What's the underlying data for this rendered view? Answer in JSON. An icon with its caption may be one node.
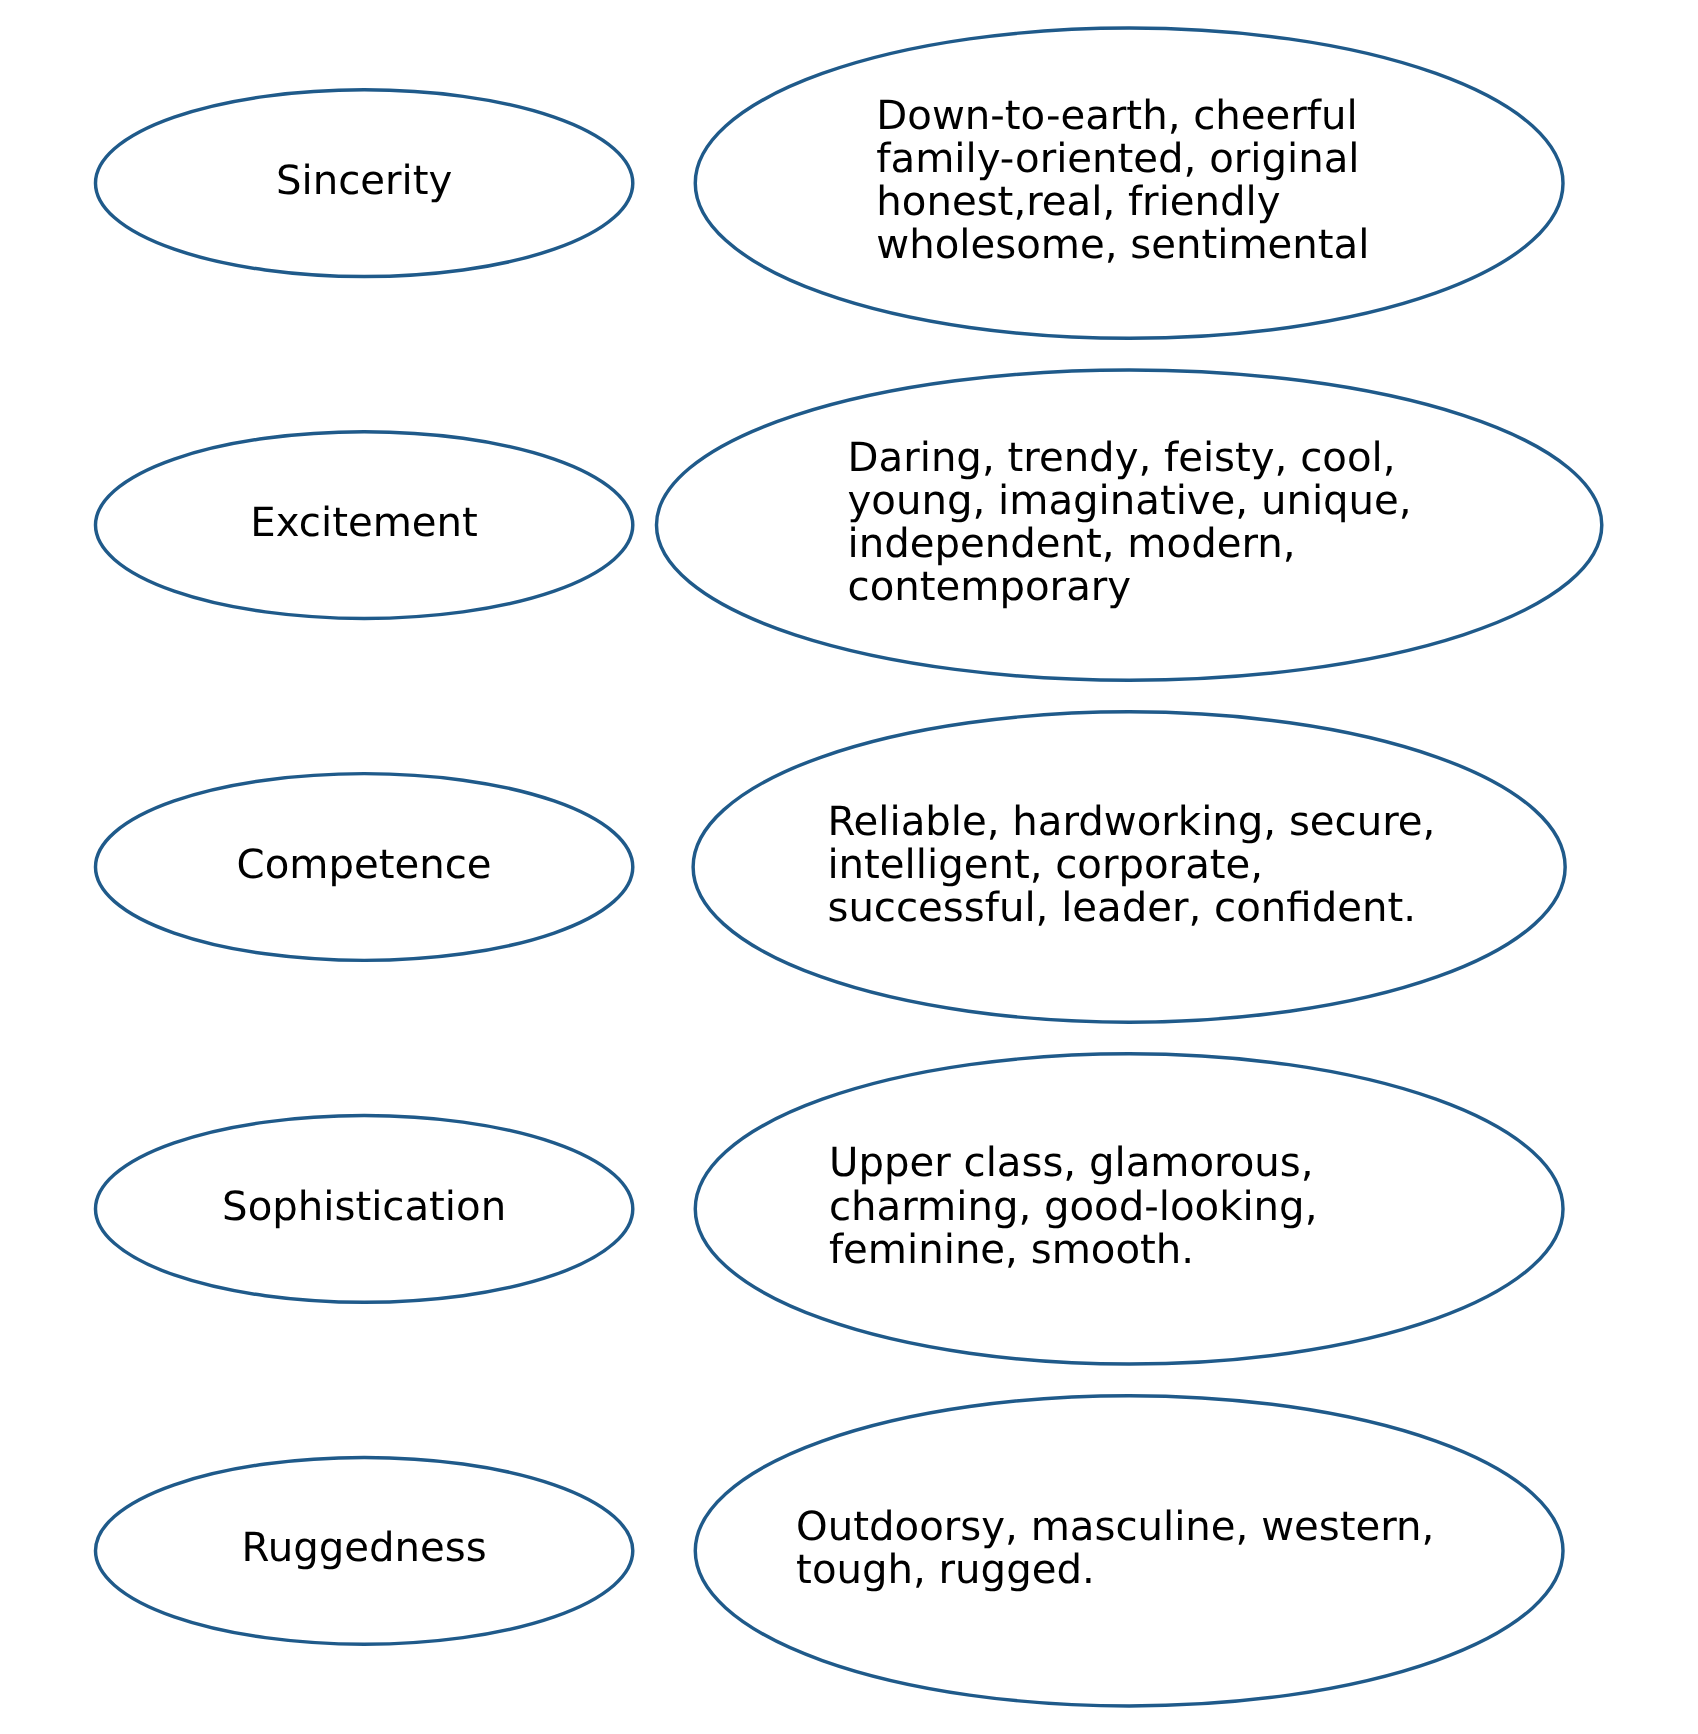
{
  "diagram": {
    "nodes": [
      {
        "text": [
          "Sincerity"
        ]
      },
      {
        "text": [
          "Down-to-earth, cheerful family-oriented, original honest,real, friendly wholesome, sentimental"
        ]
      },
      {
        "text": [
          "Excitement"
        ]
      },
      {
        "text": [
          "Daring, trendy, feisty, cool, young, imaginative, unique, independent, modern, contemporary"
        ]
      },
      {
        "text": [
          "Competence"
        ]
      },
      {
        "text": [
          "Reliable, hardworking, secure, intelligent, corporate, successful, leader, confident."
        ]
      },
      {
        "text": [
          "Sophistication"
        ]
      },
      {
        "text": [
          "Upper class, glamorous, charming, good-looking, feminine, smooth."
        ]
      },
      {
        "text": [
          "Ruggedness"
        ]
      },
      {
        "text": [
          "Outdoorsy, masculine, western, tough, rugged."
        ]
      }
    ],
    "edges": []
  }
}
